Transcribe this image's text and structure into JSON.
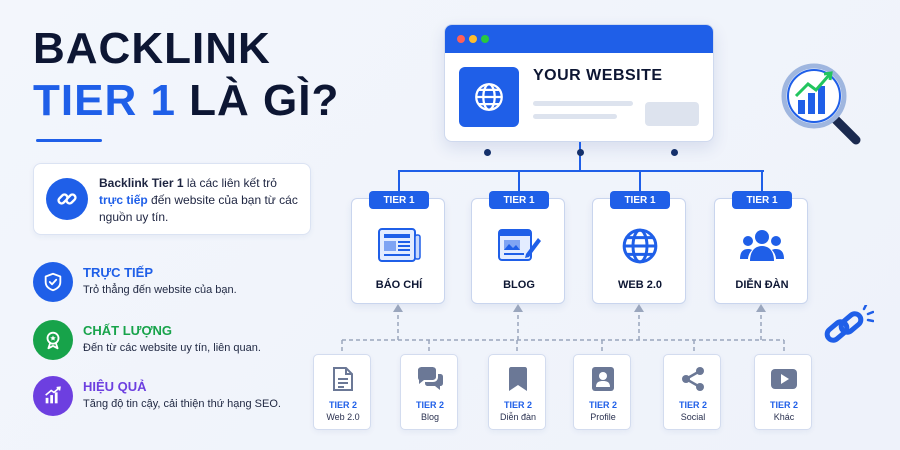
{
  "headline": {
    "line1": "BACKLINK",
    "line2_accent": "TIER 1",
    "line2_rest": "LÀ GÌ?"
  },
  "definition": {
    "bold": "Backlink Tier 1",
    "text_a": " là các liên kết trỏ ",
    "highlight": "trực tiếp",
    "text_b": " đến website của bạn từ các nguồn uy tín.",
    "icon": "link-icon"
  },
  "features": [
    {
      "title": "TRỰC TIẾP",
      "desc": "Trỏ thẳng đến website của bạn.",
      "icon": "shield-check-icon",
      "color": "#1f5fe8"
    },
    {
      "title": "CHẤT LƯỢNG",
      "desc": "Đến từ các website uy tín, liên quan.",
      "icon": "award-icon",
      "color": "#17a34a"
    },
    {
      "title": "HIỆU QUẢ",
      "desc": "Tăng độ tin cậy, cải thiện thứ hạng SEO.",
      "icon": "chart-up-icon",
      "color": "#6d3fe0"
    }
  ],
  "website": {
    "title": "YOUR WEBSITE",
    "icon": "globe-icon"
  },
  "tier1_badge": "TIER 1",
  "tier1": [
    {
      "label": "BÁO CHÍ",
      "icon": "newspaper-icon"
    },
    {
      "label": "BLOG",
      "icon": "blog-edit-icon"
    },
    {
      "label": "WEB 2.0",
      "icon": "globe-icon"
    },
    {
      "label": "DIỄN ĐÀN",
      "icon": "users-icon"
    }
  ],
  "tier2_badge": "TIER 2",
  "tier2": [
    {
      "label": "Web 2.0",
      "icon": "document-icon"
    },
    {
      "label": "Blog",
      "icon": "chat-bubbles-icon"
    },
    {
      "label": "Diễn đàn",
      "icon": "bookmark-icon"
    },
    {
      "label": "Profile",
      "icon": "profile-icon"
    },
    {
      "label": "Social",
      "icon": "share-icon"
    },
    {
      "label": "Khác",
      "icon": "play-icon"
    }
  ],
  "colors": {
    "accent": "#1f5fe8",
    "dark": "#0d1633",
    "green": "#17a34a",
    "purple": "#6d3fe0"
  }
}
